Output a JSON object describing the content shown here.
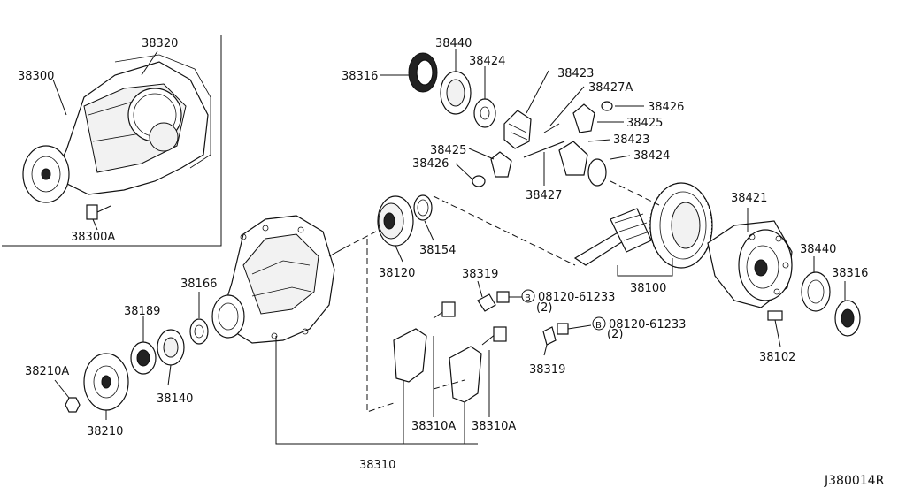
{
  "diagram_code": "J380014R",
  "callouts": {
    "p38320": "38320",
    "p38300": "38300",
    "p38300A": "38300A",
    "p38440_top": "38440",
    "p38424_top": "38424",
    "p38316_top": "38316",
    "p38423_top": "38423",
    "p38427A": "38427A",
    "p38426_right": "38426",
    "p38425_right": "38425",
    "p38423_mid": "38423",
    "p38425_left": "38425",
    "p38426_left": "38426",
    "p38424_mid": "38424",
    "p38427": "38427",
    "p38421": "38421",
    "p38120": "38120",
    "p38154": "38154",
    "p38440_right": "38440",
    "p38316_right": "38316",
    "p38100": "38100",
    "p38319_top": "38319",
    "p38102": "38102",
    "p38166": "38166",
    "p38189": "38189",
    "p38210A": "38210A",
    "p38140": "38140",
    "p38210": "38210",
    "p38319_bottom": "38319",
    "p38310A_left": "38310A",
    "p38310A_right": "38310A",
    "p38310": "38310"
  },
  "bolts": {
    "bolt1": {
      "marker": "B",
      "part": "08120-61233",
      "qty": "(2)"
    },
    "bolt2": {
      "marker": "B",
      "part": "08120-61233",
      "qty": "(2)"
    }
  }
}
